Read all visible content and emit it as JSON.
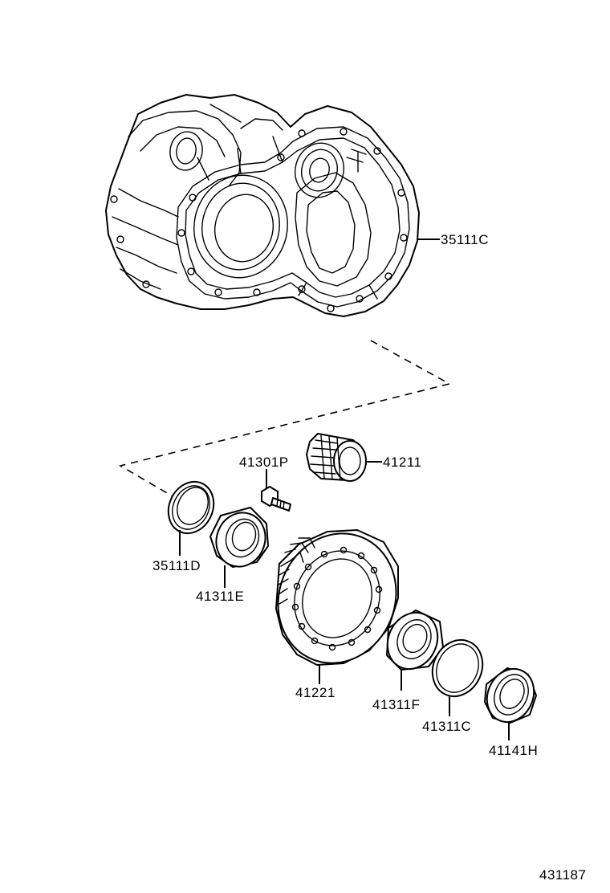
{
  "diagram": {
    "part_labels": {
      "transaxle_case": "35111C",
      "oil_seal": "35111D",
      "bolt": "41301P",
      "drive_pinion_gear": "41211",
      "bearing_left": "41311E",
      "ring_gear": "41221",
      "bearing_right": "41311F",
      "bearing_race": "41311C",
      "shim_seal": "41141H"
    },
    "figure_number": "431187"
  }
}
